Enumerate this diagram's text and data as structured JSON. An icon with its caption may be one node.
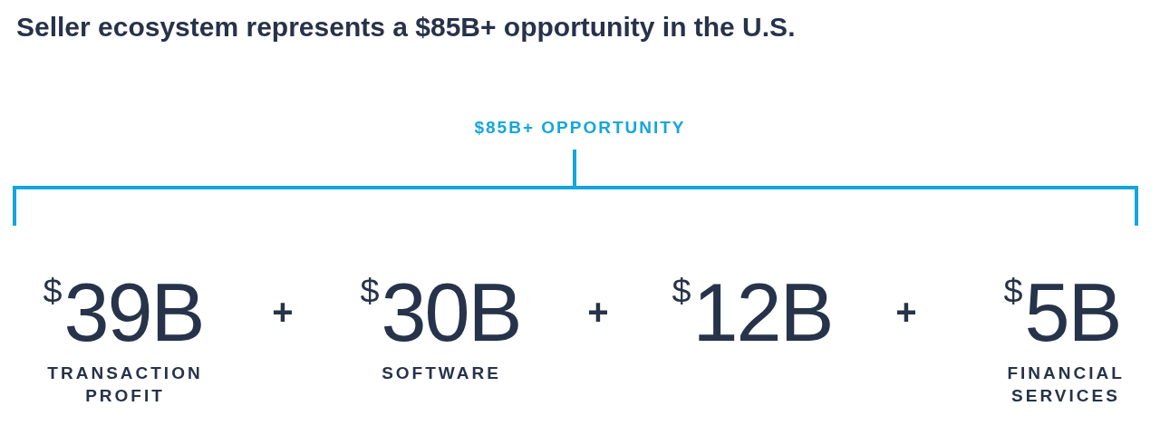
{
  "diagram": {
    "title": "Seller ecosystem represents a $85B+ opportunity in the U.S.",
    "labels": [
      "$85B+ OPPORTUNITY",
      "$^{$}$39B",
      "+",
      "$^{$}$30B",
      "+",
      "$^{$}$12B",
      "+",
      "$^{$}$5B",
      "TRANSACTION PROFIT",
      "SOFTWARE",
      "FINANCIAL SERVICES"
    ]
  }
}
